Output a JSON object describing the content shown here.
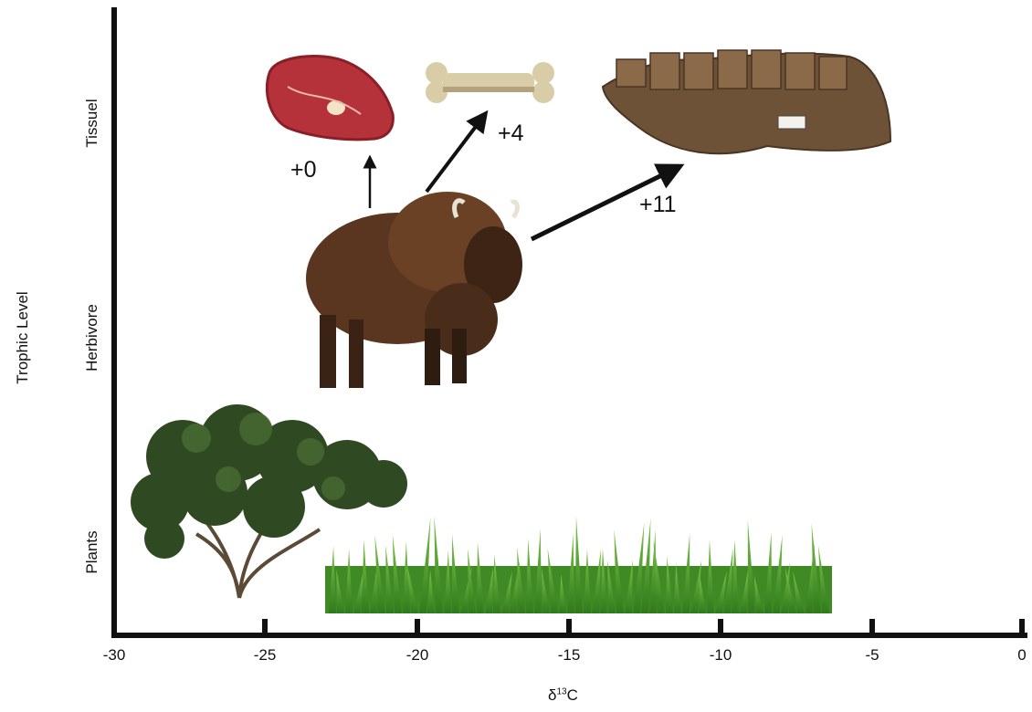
{
  "axis": {
    "x_label_prefix": "δ",
    "x_label_sup": "13",
    "x_label_suffix": "C",
    "y_label": "Trophic Level",
    "x_ticks": [
      "-30",
      "-25",
      "-20",
      "-15",
      "-10",
      "-5",
      "0"
    ]
  },
  "levels": {
    "tissue": "Tissuel",
    "herbivore": "Herbivore",
    "plants": "Plants"
  },
  "offsets": {
    "meat": "+0",
    "bone": "+4",
    "jaw": "+11"
  },
  "icons": {
    "meat": "meat-steak-icon",
    "bone": "bone-icon",
    "jaw": "fossil-jaw-icon",
    "bison": "bison-icon",
    "shrub": "shrub-icon",
    "grass": "grass-icon"
  },
  "colors": {
    "axis": "#111111",
    "meat": "#b5323a",
    "bone": "#d9cda8",
    "jaw": "#6e5238",
    "bison": "#5a3520",
    "shrub": "#2f4a22",
    "grass": "#4e9a2a"
  }
}
